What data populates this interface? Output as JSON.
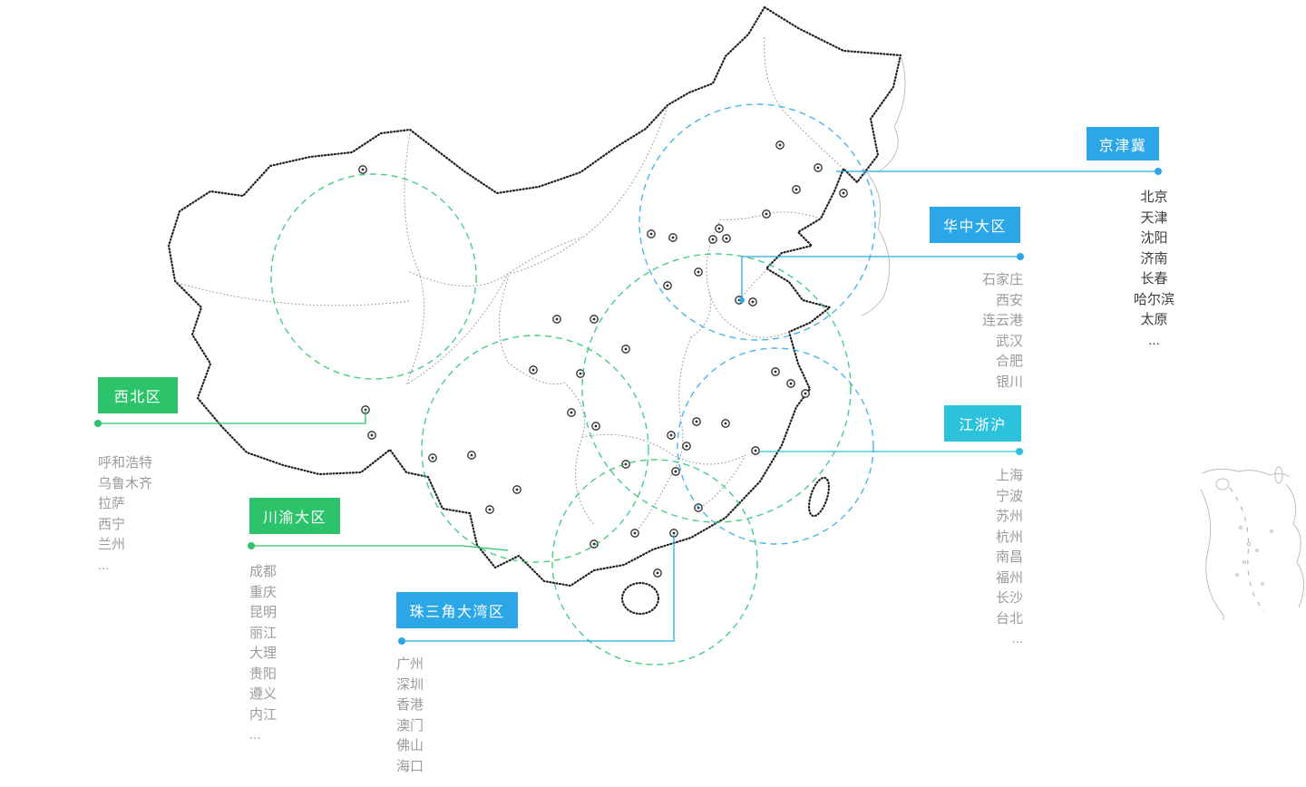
{
  "colors": {
    "blue": "#2ba7e8",
    "cyan": "#2cc2dc",
    "green": "#2cc36b",
    "map_outline": "#1f1f1f",
    "dim_text": "#9b9b9b",
    "dark_text": "#3c3c3c"
  },
  "regions": [
    {
      "id": "jingjinji",
      "label": "京津冀",
      "color": "blue",
      "cities": [
        "北京",
        "天津",
        "沈阳",
        "济南",
        "长春",
        "哈尔滨",
        "太原",
        "..."
      ]
    },
    {
      "id": "huazhong",
      "label": "华中大区",
      "color": "blue",
      "cities": [
        "石家庄",
        "西安",
        "连云港",
        "武汉",
        "合肥",
        "银川"
      ]
    },
    {
      "id": "xibei",
      "label": "西北区",
      "color": "green",
      "cities": [
        "呼和浩特",
        "乌鲁木齐",
        "拉萨",
        "西宁",
        "兰州",
        "..."
      ]
    },
    {
      "id": "chuanyu",
      "label": "川渝大区",
      "color": "green",
      "cities": [
        "成都",
        "重庆",
        "昆明",
        "丽江",
        "大理",
        "贵阳",
        "遵义",
        "内江",
        "..."
      ]
    },
    {
      "id": "zhusanjiao",
      "label": "珠三角大湾区",
      "color": "blue",
      "cities": [
        "广州",
        "深圳",
        "香港",
        "澳门",
        "佛山",
        "海口",
        "..."
      ]
    },
    {
      "id": "jiangzhehu",
      "label": "江浙沪",
      "color": "cyan",
      "cities": [
        "上海",
        "宁波",
        "苏州",
        "杭州",
        "南昌",
        "福州",
        "长沙",
        "台北",
        "..."
      ]
    }
  ]
}
